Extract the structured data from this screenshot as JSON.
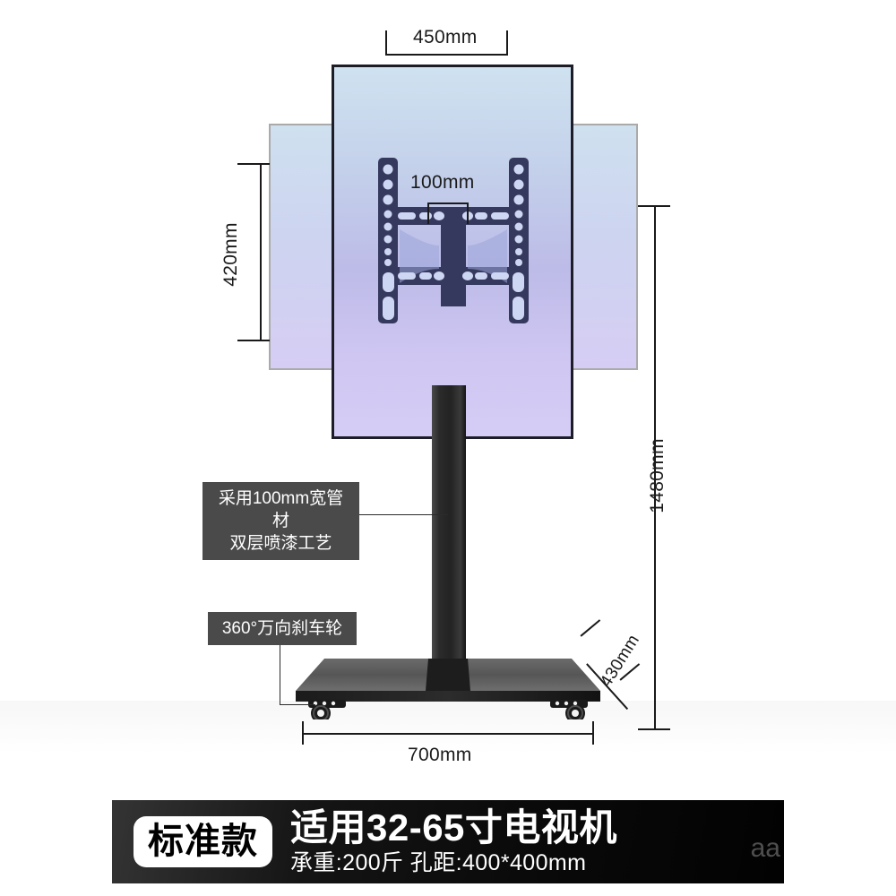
{
  "product_diagram": {
    "title": "TV floor stand dimension diagram",
    "dimensions": {
      "panel_top_width": "450mm",
      "panel_side_height": "420mm",
      "bracket_hole_spacing": "100mm",
      "total_height": "1480mm",
      "base_depth": "430mm",
      "base_width": "700mm"
    },
    "callouts": [
      {
        "id": "pole-note",
        "text": "采用100mm宽管材\n双层喷漆工艺"
      },
      {
        "id": "caster-note",
        "text": "360°万向刹车轮"
      }
    ],
    "banner": {
      "badge": "标准款",
      "headline": "适用32-65寸电视机",
      "subline": "承重:200斤  孔距:400*400mm"
    },
    "watermark": "aa",
    "colors": {
      "panel_top": "#cfe0ef",
      "panel_bottom": "#d5cdf5",
      "pole": "#2b2b2b",
      "callout_bg": "#4a4a4a",
      "banner_bg": "#0a0a0a",
      "dimension_line": "#1a1a1a"
    }
  }
}
